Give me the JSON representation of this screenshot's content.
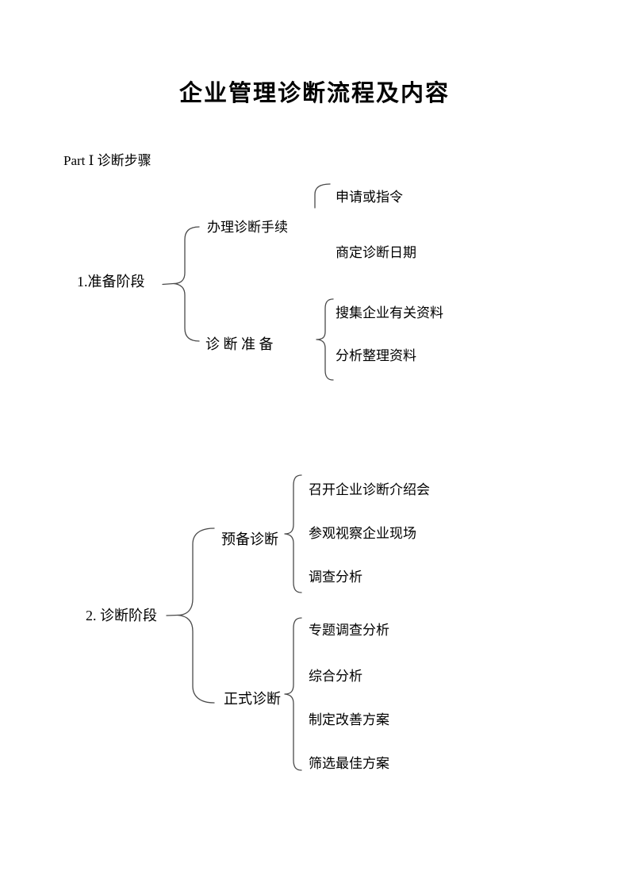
{
  "doc": {
    "title": "企业管理诊断流程及内容",
    "part_heading": "Part Ⅰ 诊断步骤"
  },
  "tree": {
    "stage1": {
      "label": "1.准备阶段",
      "branch1": {
        "label": "办理诊断手续",
        "items": [
          "申请或指令",
          "商定诊断日期"
        ]
      },
      "branch2": {
        "label": "诊 断 准 备",
        "items": [
          "搜集企业有关资料",
          "分析整理资料"
        ]
      }
    },
    "stage2": {
      "label": "2. 诊断阶段",
      "branch1": {
        "label": "预备诊断",
        "items": [
          "召开企业诊断介绍会",
          "参观视察企业现场",
          "调查分析"
        ]
      },
      "branch2": {
        "label": "正式诊断",
        "items": [
          "专题调查分析",
          "综合分析",
          "制定改善方案",
          "筛选最佳方案"
        ]
      }
    }
  },
  "icons": {
    "braces": "curly-brace",
    "hook": "bracket-hook"
  },
  "colors": {
    "background": "#ffffff",
    "text": "#000000",
    "line": "#4a4a4a"
  }
}
